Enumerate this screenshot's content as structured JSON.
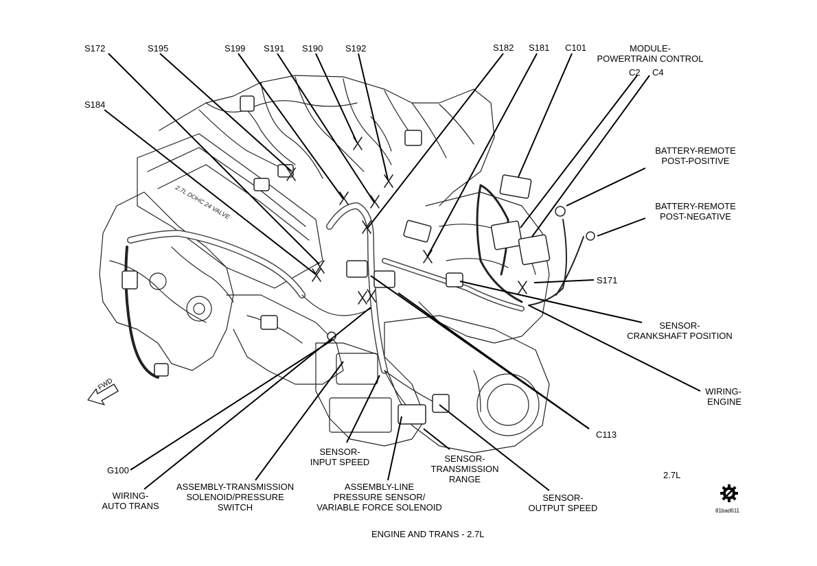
{
  "caption": "ENGINE AND TRANS - 2.7L",
  "engine_code": "2.7L",
  "figure_id": "81bad611",
  "fwd_label": "FWD",
  "engine_text": "2.7L DOHC 24 VALVE",
  "labels": {
    "s172": "S172",
    "s195": "S195",
    "s199": "S199",
    "s191": "S191",
    "s190": "S190",
    "s192": "S192",
    "s182": "S182",
    "s181": "S181",
    "c101": "C101",
    "pcm_line1": "MODULE-",
    "pcm_line2": "POWERTRAIN CONTROL",
    "c2": "C2",
    "c4": "C4",
    "s184": "S184",
    "bat_pos_line1": "BATTERY-REMOTE",
    "bat_pos_line2": "POST-POSITIVE",
    "bat_neg_line1": "BATTERY-REMOTE",
    "bat_neg_line2": "POST-NEGATIVE",
    "s171": "S171",
    "crank_line1": "SENSOR-",
    "crank_line2": "CRANKSHAFT POSITION",
    "wiring_engine_line1": "WIRING-",
    "wiring_engine_line2": "ENGINE",
    "c113": "C113",
    "g100": "G100",
    "input_speed_line1": "SENSOR-",
    "input_speed_line2": "INPUT SPEED",
    "trans_range_line1": "SENSOR-",
    "trans_range_line2": "TRANSMISSION",
    "trans_range_line3": "RANGE",
    "wiring_auto_line1": "WIRING-",
    "wiring_auto_line2": "AUTO TRANS",
    "solenoid_line1": "ASSEMBLY-TRANSMISSION",
    "solenoid_line2": "SOLENOID/PRESSURE",
    "solenoid_line3": "SWITCH",
    "linepress_line1": "ASSEMBLY-LINE",
    "linepress_line2": "PRESSURE SENSOR/",
    "linepress_line3": "VARIABLE FORCE SOLENOID",
    "output_speed_line1": "SENSOR-",
    "output_speed_line2": "OUTPUT SPEED"
  }
}
